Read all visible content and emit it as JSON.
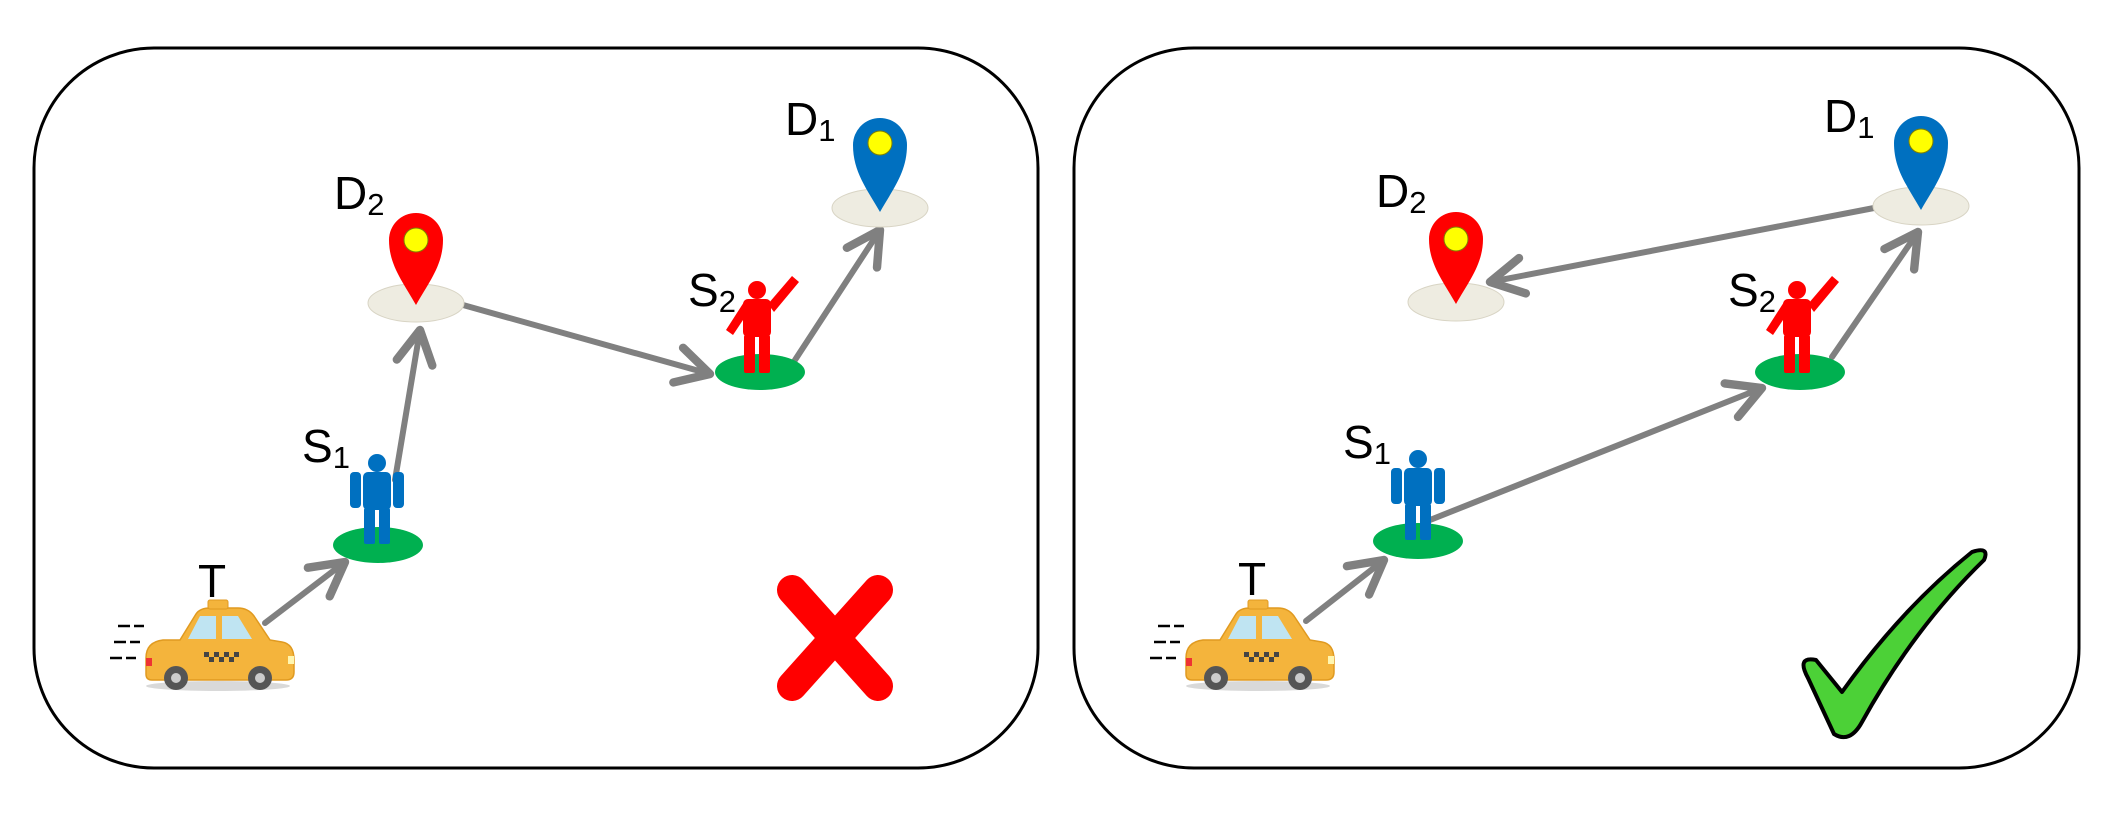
{
  "colors": {
    "arrow": "#808080",
    "panel_border": "#000000",
    "pin_red": "#ff0000",
    "pin_blue": "#0070c0",
    "pin_dot": "#ffff00",
    "pin_base": "#eeece1",
    "ground": "#00b050",
    "person_blue": "#0070c0",
    "person_red": "#ff0000",
    "taxi_body": "#f4b43c",
    "cross": "#ff0000",
    "check": "#4cd137"
  },
  "panels": [
    {
      "verdict_icon": "cross-icon",
      "labels": {
        "taxi": "T",
        "s1_main": "S",
        "s1_sub": "1",
        "s2_main": "S",
        "s2_sub": "2",
        "d1_main": "D",
        "d1_sub": "1",
        "d2_main": "D",
        "d2_sub": "2"
      }
    },
    {
      "verdict_icon": "checkmark-icon",
      "labels": {
        "taxi": "T",
        "s1_main": "S",
        "s1_sub": "1",
        "s2_main": "S",
        "s2_sub": "2",
        "d1_main": "D",
        "d1_sub": "1",
        "d2_main": "D",
        "d2_sub": "2"
      }
    }
  ]
}
